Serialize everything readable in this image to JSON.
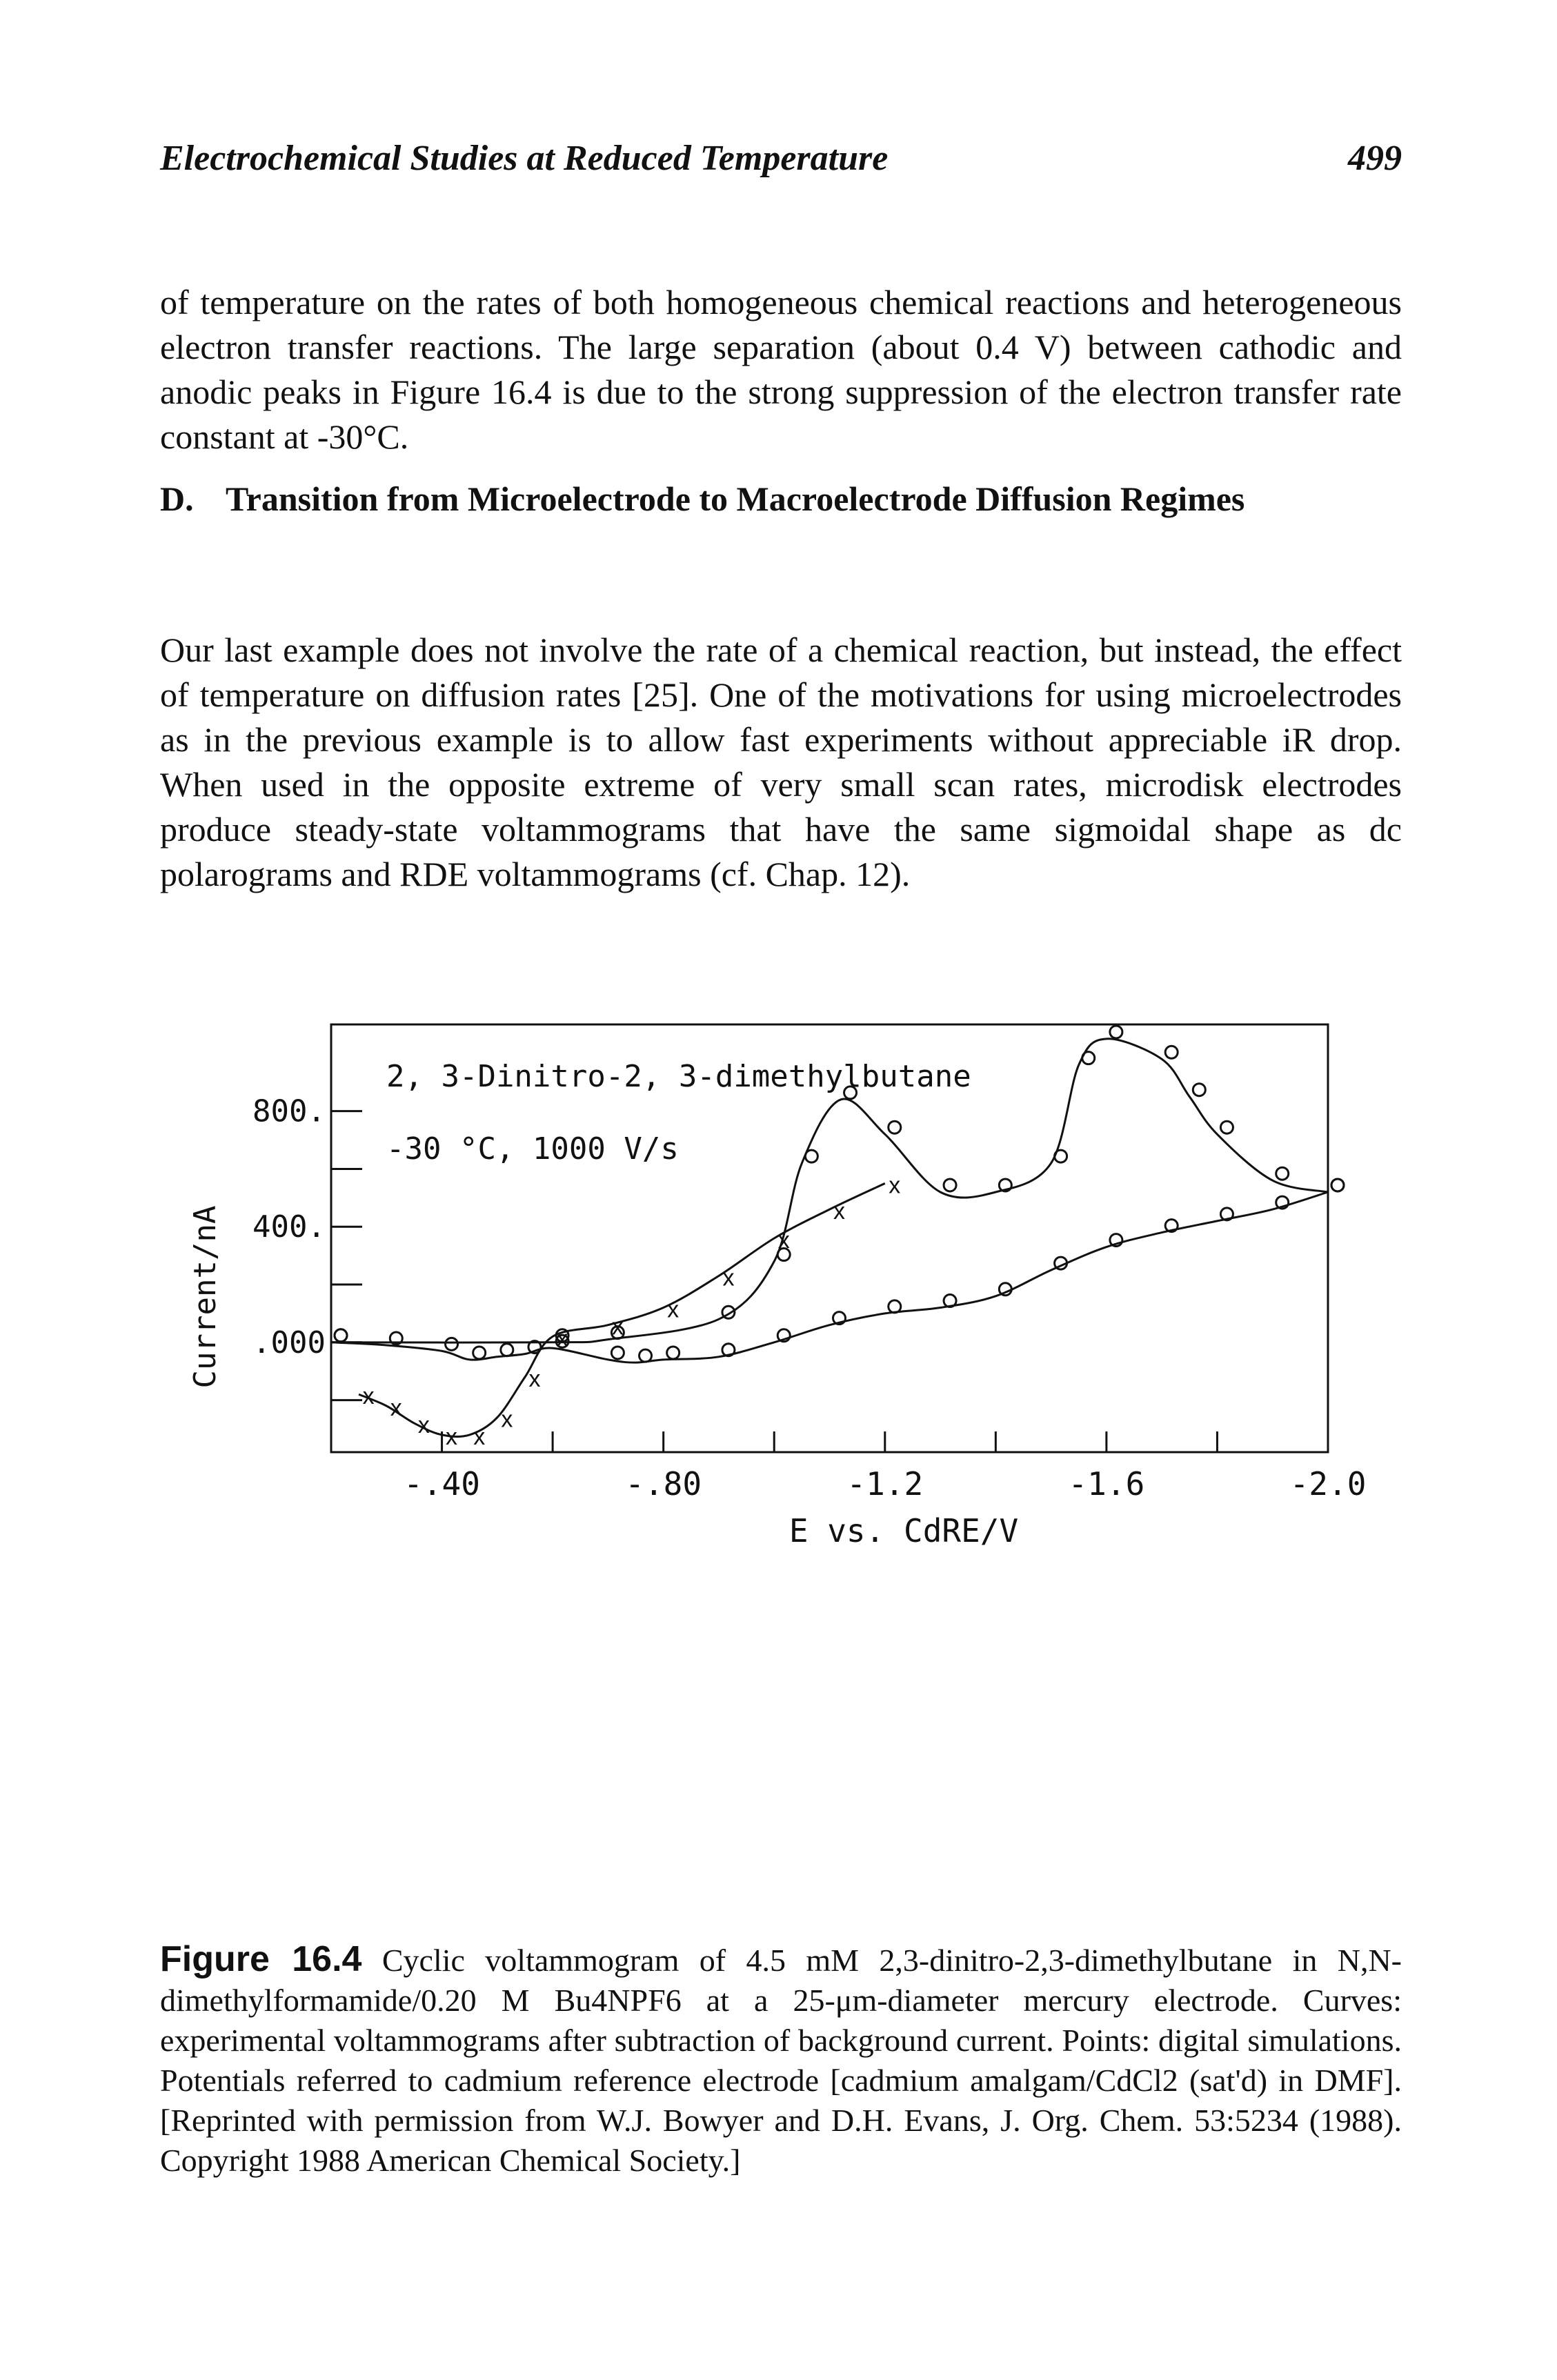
{
  "running_head": {
    "title": "Electrochemical Studies at Reduced Temperature",
    "page_number": "499"
  },
  "paragraph_1": "of temperature on the rates of both homogeneous chemical reactions and heterogeneous electron transfer reactions. The large separation (about 0.4 V) between cathodic and anodic peaks in Figure 16.4 is due to the strong suppression of the electron transfer rate constant at -30°C.",
  "section": {
    "letter": "D.",
    "title": "Transition from Microelectrode to Macroelectrode Diffusion Regimes"
  },
  "paragraph_2": "Our last example does not involve the rate of a chemical reaction, but instead, the effect of temperature on diffusion rates [25]. One of the motivations for using microelectrodes as in the previous example is to allow fast experiments without appreciable iR drop. When used in the opposite extreme of very small scan rates, microdisk electrodes produce steady-state voltammograms that have the same sigmoidal shape as dc polarograms and RDE voltammograms (cf. Chap. 12).",
  "figure": {
    "inset_line_1": "2, 3-Dinitro-2, 3-dimethylbutane",
    "inset_line_2": "-30 °C,  1000 V/s",
    "caption_label": "Figure 16.4",
    "caption_text": "Cyclic voltammogram of 4.5 mM 2,3-dinitro-2,3-dimethylbutane in N,N-dimethylformamide/0.20 M Bu4NPF6 at a 25-μm-diameter mercury electrode. Curves: experimental voltammograms after subtraction of background current. Points: digital simulations. Potentials referred to cadmium reference electrode [cadmium amalgam/CdCl2 (sat'd) in DMF]. [Reprinted with permission from W.J. Bowyer and D.H. Evans, J. Org. Chem. 53:5234 (1988). Copyright 1988 American Chemical Society.]"
  },
  "chart_data": {
    "type": "line",
    "title": "",
    "xlabel": "E vs. CdRE/V",
    "ylabel": "Current/nA",
    "x_tick_labels": [
      "-.40",
      "-.80",
      "-1.2",
      "-1.6",
      "-2.0"
    ],
    "y_tick_labels": [
      ".000",
      "400.",
      "800."
    ],
    "xlim": [
      -0.2,
      -2.0
    ],
    "ylim": [
      -380,
      1100
    ],
    "x_direction": "decreasing to the right",
    "grid": false,
    "series": [
      {
        "marker": "o",
        "x": [
          -0.2,
          -0.6,
          -0.7,
          -0.9,
          -1.0,
          -1.05,
          -1.12,
          -1.2,
          -1.3,
          -1.4,
          -1.5,
          -1.55,
          -1.6,
          -1.7,
          -1.75,
          -1.8,
          -1.9,
          -2.0
        ],
        "y": [
          0,
          0,
          10,
          80,
          280,
          620,
          840,
          720,
          520,
          520,
          620,
          960,
          1050,
          980,
          850,
          720,
          560,
          520
        ]
      },
      {
        "marker": "o",
        "x": [
          -2.0,
          -1.9,
          -1.8,
          -1.7,
          -1.6,
          -1.5,
          -1.4,
          -1.3,
          -1.2,
          -1.1,
          -1.0,
          -0.9,
          -0.8,
          -0.75,
          -0.7,
          -0.6,
          -0.55,
          -0.5,
          -0.45,
          -0.4,
          -0.3,
          -0.2
        ],
        "y": [
          520,
          460,
          420,
          380,
          330,
          250,
          160,
          120,
          100,
          60,
          0,
          -50,
          -60,
          -70,
          -60,
          -20,
          -40,
          -50,
          -60,
          -30,
          -10,
          0
        ]
      },
      {
        "marker": "x",
        "x": [
          -0.25,
          -0.3,
          -0.35,
          -0.4,
          -0.45,
          -0.5,
          -0.55,
          -0.6,
          -0.7,
          -0.8,
          -0.9,
          -1.0,
          -1.1,
          -1.2
        ],
        "y": [
          -180,
          -220,
          -280,
          -320,
          -320,
          -260,
          -120,
          20,
          60,
          120,
          230,
          360,
          460,
          550
        ]
      }
    ]
  }
}
